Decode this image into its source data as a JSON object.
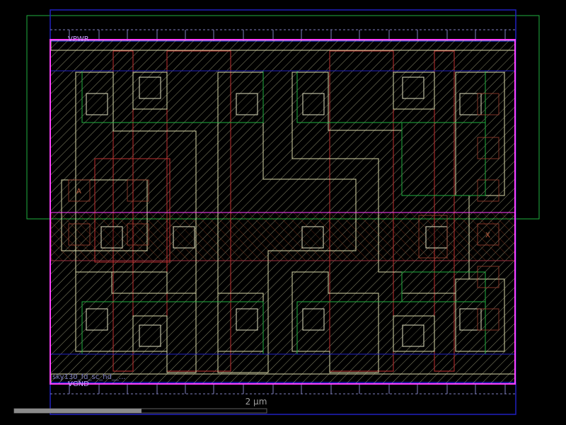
{
  "labels": {
    "vpwr": "VPWR",
    "vgnd": "VGND",
    "cell_name": "sky130_fd_sc_hd__...",
    "pin_a": "A",
    "pin_x": "X"
  },
  "scale_bar": {
    "label": "2 µm"
  },
  "colors": {
    "background": "#000000",
    "metal1": "#d8d8a8",
    "poly": "#c03030",
    "diffusion": "#20b040",
    "nwell_outline": "#20b040",
    "metal_blue": "#2020c0",
    "cell_boundary": "#ff40ff",
    "label_text": "#c8a0ff",
    "scale_text": "#a0a0a0"
  }
}
